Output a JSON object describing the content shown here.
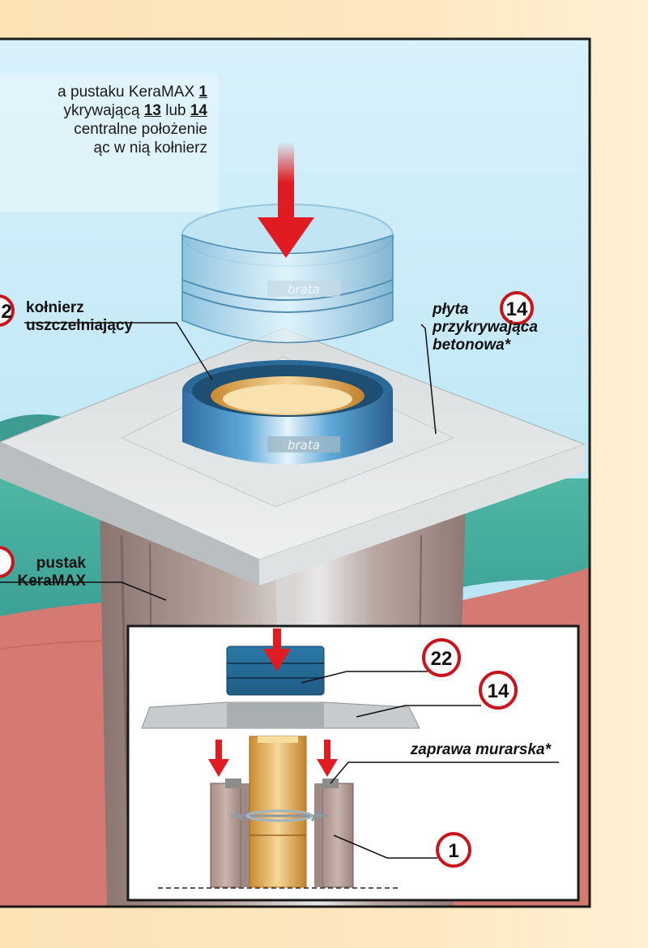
{
  "instruction": {
    "line1": "a pustaku KeraMAX",
    "line1_num": "1",
    "line2": "ykrywającą",
    "line2_num1": "13",
    "line2_mid": "lub",
    "line2_num2": "14",
    "line3": "centralne  położenie",
    "line4": "ąc  w  nią  kołnierz"
  },
  "callouts": {
    "collar_num": "2",
    "collar_line1": "kołnierz",
    "collar_line2": "uszczelniający",
    "plate_num": "14",
    "plate_line1": "płyta",
    "plate_line2": "przykrywająca",
    "plate_line3": "betonowa*",
    "block_line1": "pustak",
    "block_line2": "KeraMAX"
  },
  "ring_brand": "brata",
  "inset": {
    "collar_num": "22",
    "plate_num": "14",
    "mortar_label": "zaprawa murarska*",
    "block_num": "1"
  },
  "colors": {
    "arrow_red": "#e11b22",
    "callout_ring": "#c8151b",
    "sky": "#bfe7f5",
    "frame": "#1a1a1a"
  }
}
